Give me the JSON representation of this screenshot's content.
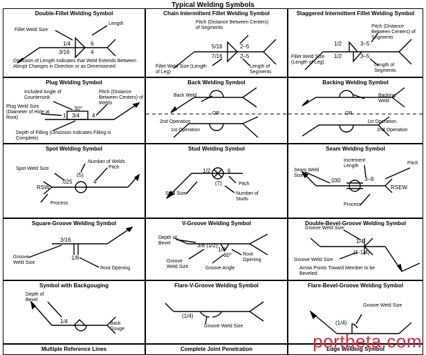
{
  "title": "Typical Welding Symbols",
  "watermark": "portbeta.com",
  "cells": {
    "double_fillet": {
      "title": "Double-Fillet Welding Symbol",
      "fillet_weld_size": "Fillet Weld Size",
      "length": "Length",
      "v1": "1/4",
      "v2": "6",
      "v3": "3/16",
      "v4": "4",
      "note": "Omission of Length Indicates that Weld Extends Between Abrupt Changes in Direction or as Dimensioned"
    },
    "chain_fillet": {
      "title": "Chain Intermittent Fillet Welding Symbol",
      "pitch": "Pitch (Distance Between Centers) of Segments",
      "v1": "5/16",
      "v2": "2–5",
      "v3": "7/16",
      "v4": "2–5",
      "weld_size": "Fillet Weld Size (Length of Leg)",
      "length_segments": "Length of Segments"
    },
    "staggered_fillet": {
      "title": "Staggered Intermittent Fillet Welding Symbol",
      "pitch": "Pitch (Distance Between Centers) of Segments",
      "v1": "1/2",
      "v2": "3–5",
      "v3": "1/2",
      "v4": "3–5",
      "weld_size": "Fillet Weld Size (Length of Leg)",
      "length_segments": "Length of Segments"
    },
    "plug": {
      "title": "Plug Welding Symbol",
      "included_angle": "Included Angle of Countersink",
      "pitch": "Pitch (Distance Between Centers) of Welds",
      "weld_size": "Plug Weld Size (Diameter of Hole at Root)",
      "angle": "30°",
      "size": "1",
      "depth": "3/4",
      "pitch_val": "4",
      "depth_note": "Depth of Filling (Omission Indicates Filling is Complete)"
    },
    "back": {
      "title": "Back Welding Symbol",
      "back_weld": "Back Weld",
      "or": "OR",
      "op2": "2nd Operation",
      "op1": "1st Operation"
    },
    "backing": {
      "title": "Backing Welding Symbol",
      "backing_weld": "Backing Weld",
      "or": "OR",
      "op1": "1st Operation",
      "op2": "2nd Operation"
    },
    "spot": {
      "title": "Spot Welding Symbol",
      "weld_size": "Spot Weld Size",
      "number": "Number of Welds",
      "pitch": "Pitch",
      "v_size": ".025",
      "v_num": "(5)",
      "v_pitch": "4",
      "process_code": "RSW",
      "process": "Process"
    },
    "stud": {
      "title": "Stud Welding Symbol",
      "v_size": "1/2",
      "v_pitch": "6",
      "v_num": "(7)",
      "stud_size": "Stud Size",
      "pitch": "Pitch",
      "number": "Number of Studs"
    },
    "seam": {
      "title": "Seam Welding Symbol",
      "weld_size": "Seam Weld Size",
      "increment": "Increment Length",
      "pitch": "Pitch",
      "v_size": ".030",
      "v_len": "3–9",
      "process_code": "RSEW",
      "process": "Process"
    },
    "square_groove": {
      "title": "Square-Groove Welding Symbol",
      "v_size": "3/16",
      "v_open": "1/8",
      "groove_size": "Groove Weld Size",
      "root_opening": "Root Opening"
    },
    "v_groove": {
      "title": "V-Groove Welding Symbol",
      "depth": "Depth of Bevel",
      "v_size": "3/8 (1/2)",
      "v_open": "1/8",
      "v_angle": "60°",
      "groove_size": "Groove Weld Size",
      "groove_angle": "Groove Angle",
      "root_opening": "Root Opening"
    },
    "double_bevel": {
      "title": "Double-Bevel-Groove Welding Symbol",
      "groove_size_top": "Groove Weld Size",
      "groove_size_bot": "Groove Weld Size",
      "v_top": "1/4",
      "v_bot": "(1-1/4)",
      "arrow_note": "Arrow Points Toward Member to be Beveled"
    },
    "backgouging": {
      "title": "Symbol with Backgouging",
      "depth": "Depth of Bevel",
      "v_size": "1/4",
      "back_gouge": "Back Gouge"
    },
    "flare_v": {
      "title": "Flare-V-Groove Welding Symbol",
      "v_size": "(1/4)",
      "groove_size": "Groove Weld Size"
    },
    "flare_bevel": {
      "title": "Flare-Bevel-Groove Welding Symbol",
      "groove_size": "Groove Weld Size",
      "v_size": "(1/4)"
    },
    "multiple": {
      "title": "Multiple Reference Lines"
    },
    "cjp": {
      "title": "Complete Joint Penetration"
    },
    "edge": {
      "title": "Edge Welding Symbol"
    }
  }
}
